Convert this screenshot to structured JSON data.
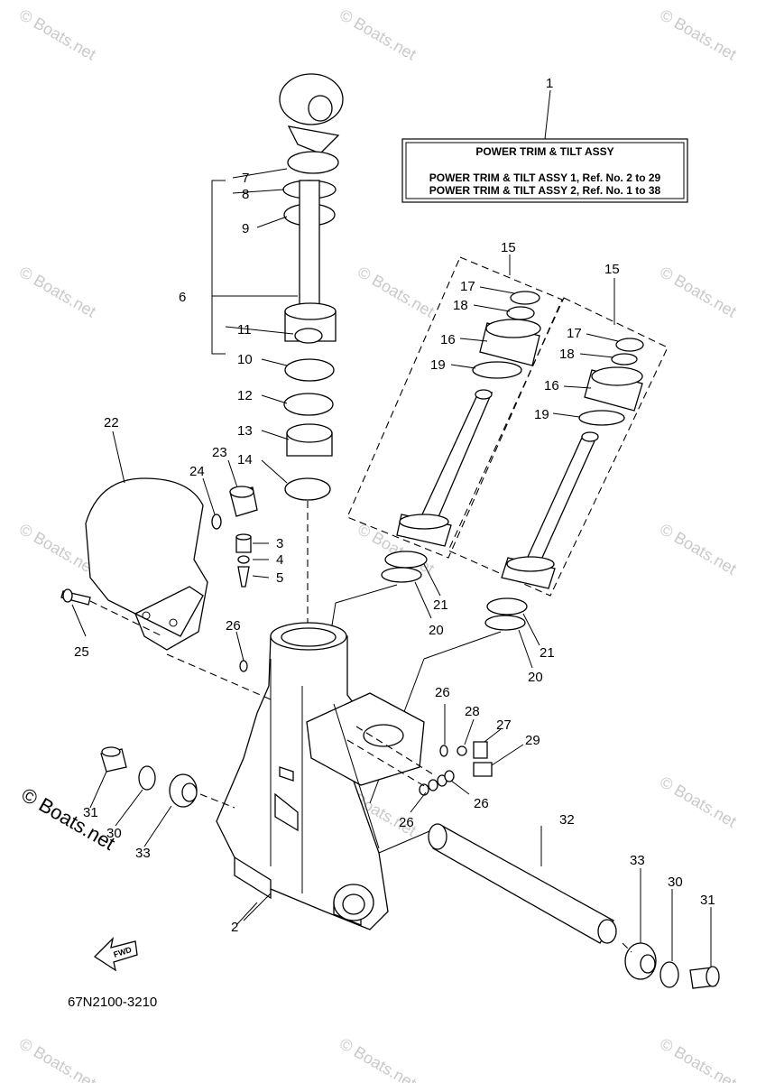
{
  "title_box": {
    "heading": "POWER TRIM & TILT ASSY",
    "line1": "POWER TRIM & TILT ASSY 1, Ref. No. 2 to 29",
    "line2": "POWER TRIM & TILT ASSY 2, Ref. No. 1 to 38"
  },
  "watermark_text": "© Boats.net",
  "diagram_code": "67N2100-3210",
  "fwd_label": "FWD",
  "callouts": {
    "c1": "1",
    "c2": "2",
    "c3": "3",
    "c4": "4",
    "c5": "5",
    "c6": "6",
    "c7": "7",
    "c8": "8",
    "c9": "9",
    "c10": "10",
    "c11": "11",
    "c12": "12",
    "c13": "13",
    "c14": "14",
    "c15a": "15",
    "c15b": "15",
    "c16a": "16",
    "c16b": "16",
    "c17a": "17",
    "c17b": "17",
    "c18a": "18",
    "c18b": "18",
    "c19a": "19",
    "c19b": "19",
    "c20a": "20",
    "c20b": "20",
    "c21a": "21",
    "c21b": "21",
    "c22": "22",
    "c23": "23",
    "c24": "24",
    "c25": "25",
    "c26a": "26",
    "c26b": "26",
    "c26c": "26",
    "c26d": "26",
    "c27": "27",
    "c28": "28",
    "c29": "29",
    "c30a": "30",
    "c30b": "30",
    "c31a": "31",
    "c31b": "31",
    "c32": "32",
    "c33a": "33",
    "c33b": "33"
  },
  "icons": {
    "fwd_arrow": "fwd-arrow-icon",
    "copyright": "copyright-icon"
  }
}
